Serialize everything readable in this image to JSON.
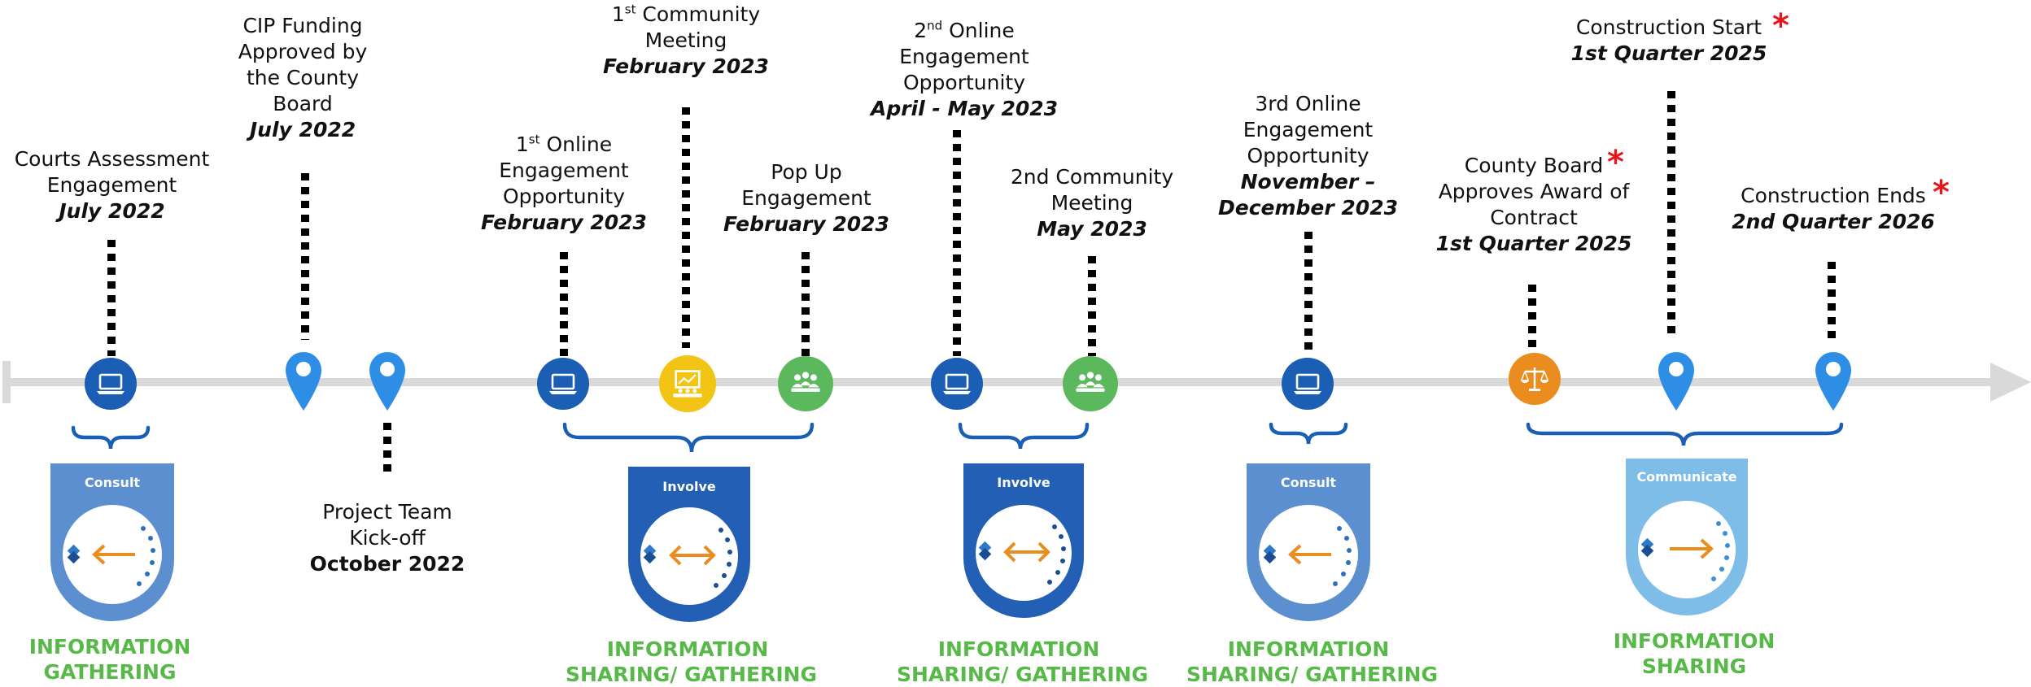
{
  "events": {
    "courts": {
      "l1": "Courts Assessment",
      "l2": "Engagement",
      "date": "July 2022"
    },
    "cip": {
      "l1": "CIP Funding",
      "l2": "Approved by",
      "l3": "the County",
      "l4": "Board",
      "date": "July 2022"
    },
    "kickoff": {
      "l1": "Project Team",
      "l2": "Kick-off",
      "date": "October 2022"
    },
    "online1": {
      "sup": "st",
      "l1": "Online",
      "l2": "Engagement",
      "l3": "Opportunity",
      "date": "February 2023"
    },
    "community1": {
      "sup": "st",
      "l1": "Community",
      "l2": "Meeting",
      "date": "February 2023"
    },
    "popup": {
      "l1": "Pop Up",
      "l2": "Engagement",
      "date": "February 2023"
    },
    "online2": {
      "sup": "nd",
      "l1": "Online",
      "l2": "Engagement",
      "l3": "Opportunity",
      "date": "April - May 2023"
    },
    "community2": {
      "l1": "2nd Community",
      "l2": "Meeting",
      "date": "May 2023"
    },
    "online3": {
      "l1": "3rd Online",
      "l2": "Engagement",
      "l3": "Opportunity",
      "date1": "November –",
      "date2": "December 2023"
    },
    "award": {
      "l1": "County Board",
      "l2": "Approves Award of",
      "l3": "Contract",
      "date": "1st Quarter 2025"
    },
    "constart": {
      "l1": "Construction Start",
      "date": "1st Quarter  2025"
    },
    "conend": {
      "l1": "Construction Ends",
      "date": "2nd Quarter 2026"
    }
  },
  "numerals": {
    "one": "1",
    "two": "2"
  },
  "asterisk": "*",
  "badges": {
    "consult": "Consult",
    "involve": "Involve",
    "communicate": "Communicate"
  },
  "categories": {
    "gathering": {
      "l1": "INFORMATION",
      "l2": "GATHERING"
    },
    "sharing_gathering": {
      "l1": "INFORMATION",
      "l2": "SHARING/ GATHERING"
    },
    "sharing": {
      "l1": "INFORMATION",
      "l2": "SHARING"
    }
  },
  "icons": [
    "laptop-icon",
    "map-pin-icon",
    "presentation-icon",
    "people-icon",
    "scales-icon",
    "arrow-left-icon",
    "arrow-both-icon",
    "arrow-right-icon"
  ],
  "colors": {
    "timeline": "#d9d9d9",
    "dark_blue": "#1a5fb4",
    "pin_blue": "#2e8ee6",
    "yellow": "#f2c414",
    "green": "#5bb85c",
    "orange": "#ea8c1e",
    "category_green": "#57b947",
    "asterisk_red": "#e8141b",
    "consult_badge": "#5b8fd0",
    "involve_badge": "#2360b5",
    "communicate_badge": "#7fbde9"
  }
}
